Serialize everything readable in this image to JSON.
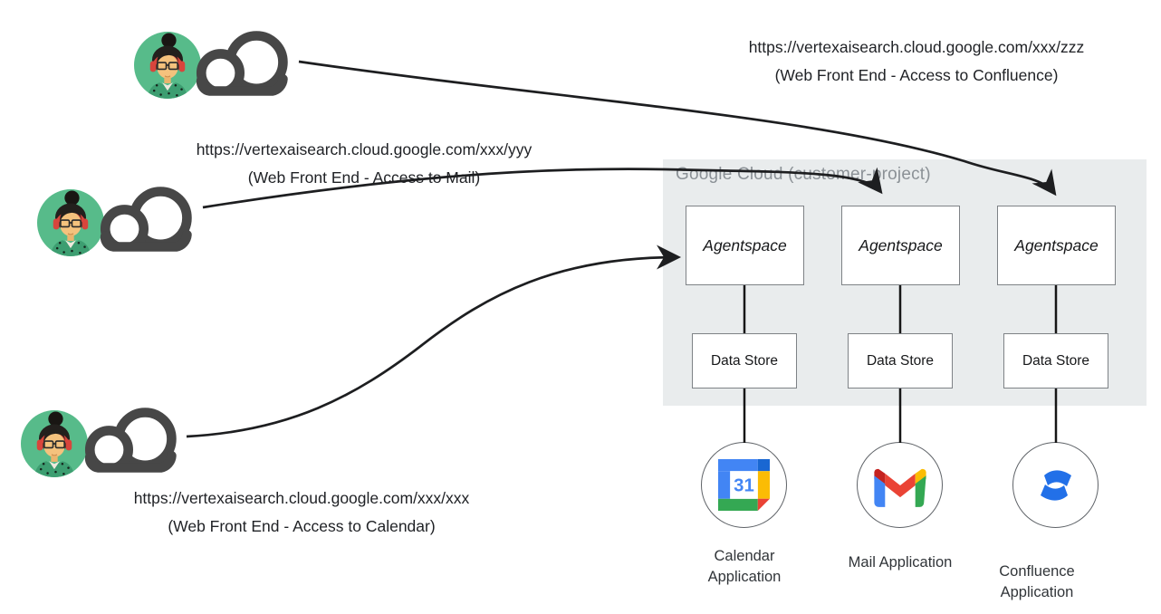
{
  "google_cloud": {
    "label": "Google Cloud (customer-project)"
  },
  "endpoints": [
    {
      "id": "confluence",
      "url": "https://vertexaisearch.cloud.google.com/xxx/zzz",
      "caption": "(Web Front End - Access to Confluence)"
    },
    {
      "id": "mail",
      "url": "https://vertexaisearch.cloud.google.com/xxx/yyy",
      "caption": "(Web Front End - Access to Mail)"
    },
    {
      "id": "calendar",
      "url": "https://vertexaisearch.cloud.google.com/xxx/xxx",
      "caption": "(Web Front End - Access to Calendar)"
    }
  ],
  "columns": [
    {
      "agent": "Agentspace",
      "datastore": "Data Store",
      "app": "Calendar Application",
      "icon": "google-calendar-icon",
      "calendar_day": "31"
    },
    {
      "agent": "Agentspace",
      "datastore": "Data Store",
      "app": "Mail Application",
      "icon": "gmail-icon"
    },
    {
      "agent": "Agentspace",
      "datastore": "Data Store",
      "app": "Confluence Application",
      "icon": "confluence-icon"
    }
  ],
  "actors": [
    {
      "avatar": "woman-headset-avatar",
      "cloud": "cloud-outline-icon"
    },
    {
      "avatar": "woman-headset-avatar",
      "cloud": "cloud-outline-icon"
    },
    {
      "avatar": "woman-headset-avatar",
      "cloud": "cloud-outline-icon"
    }
  ],
  "colors": {
    "container_bg": "#e9eced",
    "container_label": "#8b9196",
    "box_border": "#7e8286",
    "arrow": "#1d1e20",
    "avatar_bg": "#57bb8a",
    "cloud_stroke": "#474747",
    "google_blue": "#4285f4",
    "google_dark_blue": "#1967d2",
    "google_red": "#ea4335",
    "google_dark_red": "#c5221f",
    "google_yellow": "#fbbc04",
    "google_green": "#34a853",
    "confluence_blue": "#2270e8"
  }
}
